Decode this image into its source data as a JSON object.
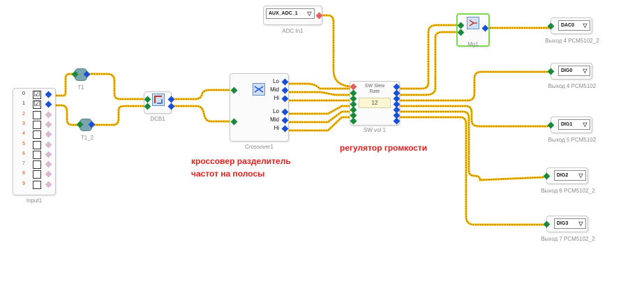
{
  "colors": {
    "wire": "#f5b800",
    "wire_dash": "#7a5a00",
    "input_pin": "#1a8a3a",
    "output_pin": "#1a4fd6",
    "annotation": "#e0201e",
    "selected_border": "#7ed84c"
  },
  "input_block": {
    "label": "Input1",
    "channels": [
      {
        "index": "0",
        "checked": "☑"
      },
      {
        "index": "1",
        "checked": "☑"
      },
      {
        "index": "2",
        "checked": ""
      },
      {
        "index": "3",
        "checked": ""
      },
      {
        "index": "4",
        "checked": ""
      },
      {
        "index": "5",
        "checked": ""
      },
      {
        "index": "6",
        "checked": ""
      },
      {
        "index": "7",
        "checked": ""
      },
      {
        "index": "8",
        "checked": ""
      },
      {
        "index": "9",
        "checked": ""
      }
    ]
  },
  "t1": {
    "label": "T1"
  },
  "t1_2": {
    "label": "T1_2"
  },
  "dcb": {
    "label": "DCB1"
  },
  "crossover": {
    "label": "Crossover1",
    "ports": [
      "Lo",
      "Mid",
      "Hi",
      "Lo",
      "Mid",
      "Hi"
    ]
  },
  "adc": {
    "label": "ADC In1",
    "value": "AUX_ADC_1"
  },
  "swvol": {
    "label": "SW vol 1",
    "title": "SW Slew Rate",
    "value": "12"
  },
  "mg": {
    "label": "Mg1"
  },
  "outputs": [
    {
      "value": "DAC0",
      "label": "Выход 4 PCM5102_2"
    },
    {
      "value": "DIG0",
      "label": "Выход 4 PCM5102"
    },
    {
      "value": "DIG1",
      "label": "Выход 5 PCM5102"
    },
    {
      "value": "DIG2",
      "label": "Выход 6 PCM5102_2"
    },
    {
      "value": "DIG3",
      "label": "Выход 7 PCM5102_2"
    }
  ],
  "annotations": {
    "crossover_note_line1": "кроссовер разделитель",
    "crossover_note_line2": "частот на полосы",
    "volume_note": "регулятор громкости"
  }
}
